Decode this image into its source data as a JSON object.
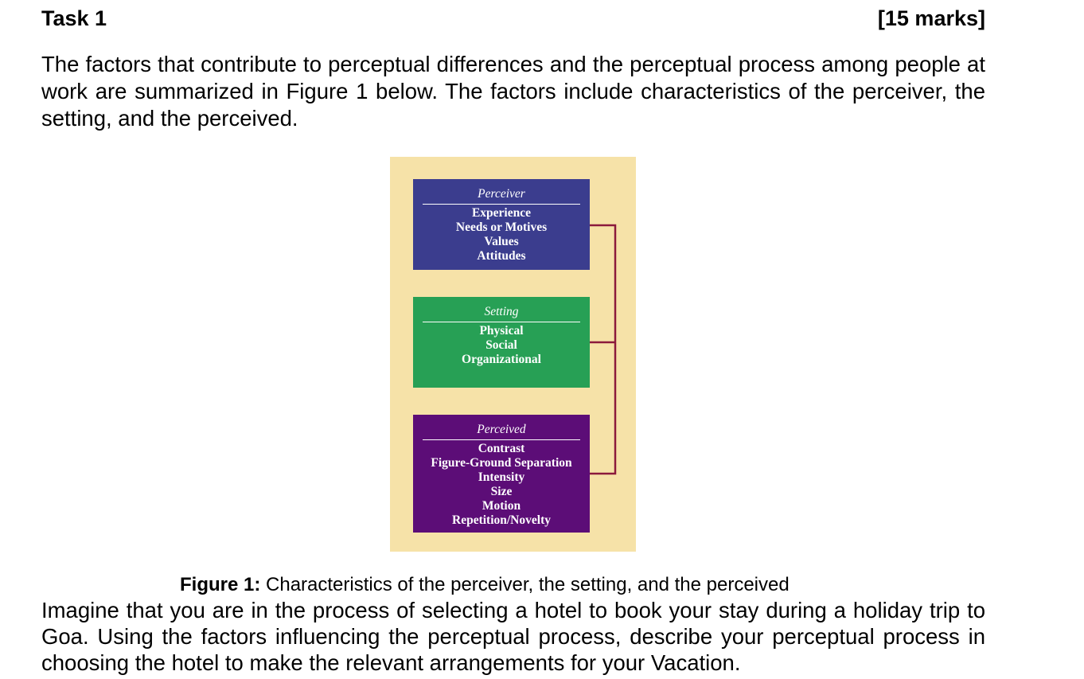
{
  "header": {
    "task_title": "Task 1",
    "marks": "[15 marks]"
  },
  "intro_text": "The factors that contribute to perceptual differences and the perceptual process among people at work are summarized in Figure 1 below. The factors include characteristics of the perceiver, the setting, and the perceived.",
  "figure": {
    "boxes": [
      {
        "heading": "Perceiver",
        "items": [
          "Experience",
          "Needs or Motives",
          "Values",
          "Attitudes"
        ],
        "color": "#3b3d8e"
      },
      {
        "heading": "Setting",
        "items": [
          "Physical",
          "Social",
          "Organizational"
        ],
        "color": "#27a055"
      },
      {
        "heading": "Perceived",
        "items": [
          "Contrast",
          "Figure-Ground Separation",
          "Intensity",
          "Size",
          "Motion",
          "Repetition/Novelty"
        ],
        "color": "#5c0d77"
      }
    ],
    "panel_color": "#f6e2a8",
    "bracket_color": "#8b1a3c"
  },
  "caption": {
    "label": "Figure 1:",
    "text": " Characteristics of the perceiver, the setting, and the perceived"
  },
  "question_text": "Imagine that you are in the process of selecting a hotel to book your stay during a holiday trip to Goa. Using the factors influencing the perceptual process, describe your perceptual process in choosing the hotel to make the relevant arrangements for your Vacation."
}
